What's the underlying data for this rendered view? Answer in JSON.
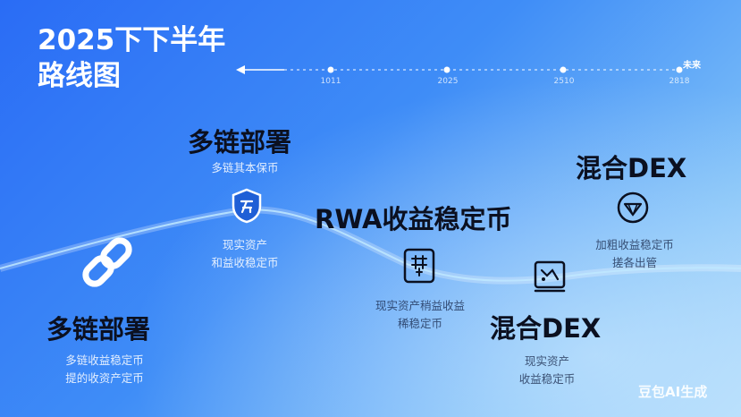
{
  "title": {
    "line1": "2025下下半年",
    "line2": "路线图"
  },
  "timeline": {
    "ticks": [
      "1011",
      "2025",
      "2510",
      "2818"
    ],
    "end_label": "未来"
  },
  "milestones": {
    "m1": {
      "heading": "多链部署",
      "lines": [
        "多链收益稳定币",
        "提的收资产定币"
      ],
      "icon": "chain-link-icon"
    },
    "m2": {
      "heading": "多链部署",
      "caption": "多链其本保币",
      "lines": [
        "现实资产",
        "和益收稳定币"
      ],
      "icon": "shield-icon"
    },
    "m3": {
      "heading": "RWA收益稳定币",
      "lines": [
        "现实资产稍益收益",
        "稀稳定币"
      ],
      "icon": "document-icon"
    },
    "m4": {
      "heading": "混合DEX",
      "lines": [
        "现实资产",
        "收益稳定币"
      ],
      "icon": "chart-icon"
    },
    "m5": {
      "heading": "混合DEX",
      "lines": [
        "加粗收益稳定币",
        "搓各出管"
      ],
      "icon": "diamond-icon"
    }
  },
  "watermark": "豆包AI生成",
  "colors": {
    "accent": "#2a6cf5",
    "heading": "#0b1020",
    "text_light": "#ffffff"
  }
}
